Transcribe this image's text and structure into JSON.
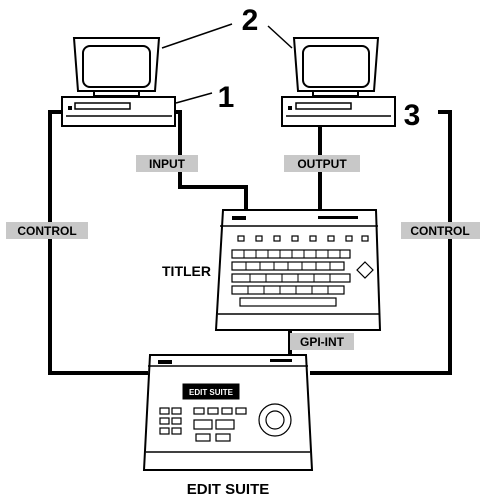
{
  "callouts": {
    "monitors": "2",
    "input_deck": "1",
    "output_deck": "3"
  },
  "labels": {
    "input": "INPUT",
    "output": "OUTPUT",
    "control_left": "CONTROL",
    "control_right": "CONTROL",
    "gpi": "GPI-INT"
  },
  "devices": {
    "titler": "TITLER",
    "edit_suite": "EDIT SUITE"
  },
  "screens": {
    "edit_suite_display": "EDIT SUITE"
  }
}
